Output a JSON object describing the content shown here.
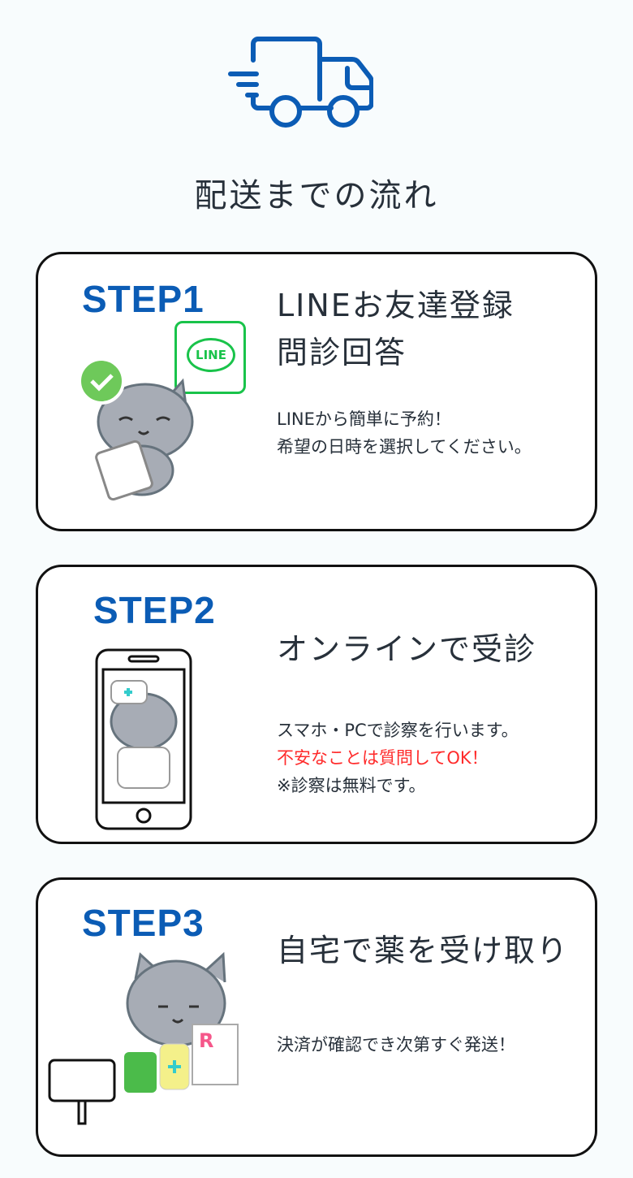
{
  "header": {
    "icon": "delivery-truck-icon",
    "title": "配送までの流れ",
    "accent": "#0b5cb5"
  },
  "steps": [
    {
      "label": "STEP1",
      "heading": [
        "LINEお友達登録",
        "問診回答"
      ],
      "desc": [
        "LINEから簡単に予約！",
        "希望の日時を選択してください。"
      ],
      "badge": "LINE"
    },
    {
      "label": "STEP2",
      "heading": [
        "オンラインで受診"
      ],
      "desc": [
        "スマホ・PCで診察を行います。",
        "不安なことは質問してOK！",
        "※診察は無料です。"
      ],
      "highlight": "#ff2b2b"
    },
    {
      "label": "STEP3",
      "heading": [
        "自宅で薬を受け取り"
      ],
      "desc": [
        "決済が確認でき次第すぐ発送！"
      ]
    }
  ]
}
